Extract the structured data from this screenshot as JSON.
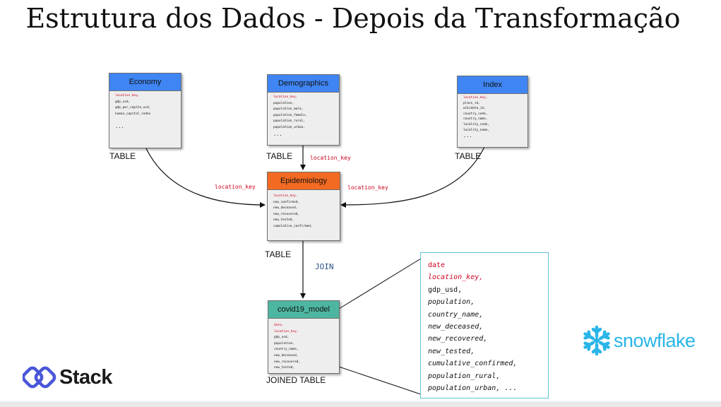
{
  "title": "Estrutura dos Dados - Depois da Transformação",
  "tables": {
    "economy": {
      "name": "Economy",
      "fields": [
        "location_key,",
        "gdp_usd,",
        "gdp_per_capita_usd,",
        "human_capital_index",
        "",
        "..."
      ],
      "caption": "TABLE",
      "header_color": "#3f85f3"
    },
    "demographics": {
      "name": "Demographics",
      "fields": [
        "location_key,",
        "population,",
        "population_male,",
        "population_female,",
        "population_rural,",
        "population_urban,",
        "..."
      ],
      "caption": "TABLE",
      "header_color": "#3f85f3"
    },
    "index": {
      "name": "Index",
      "fields": [
        "location_key,",
        "place_id,",
        "wikidata_id,",
        "country_code,",
        "country_name,",
        "locality_code,",
        "locality_name,",
        "..."
      ],
      "caption": "TABLE",
      "header_color": "#3f85f3"
    },
    "epidemiology": {
      "name": "Epidemiology",
      "fields": [
        "location_key,",
        "new_confirmed,",
        "new_deceased,",
        "new_recovered,",
        "new_tested,",
        "cumulative_confirmed,"
      ],
      "caption": "TABLE",
      "header_color": "#f36a22"
    },
    "covid19_model": {
      "name": "covid19_model",
      "fields": [
        "date,",
        "location_key,",
        "gdp_usd,",
        "population,",
        "country_name,",
        "new_deceased,",
        "new_recovered,",
        "new_tested,"
      ],
      "caption": "JOINED TABLE",
      "header_color": "#4db6a0"
    }
  },
  "edge_labels": {
    "demographics_to_epidemiology": "location_key",
    "economy_to_epidemiology": "location_key",
    "index_to_epidemiology": "location_key",
    "epidemiology_to_model": "JOIN"
  },
  "model_fields": {
    "items": [
      "date",
      "location_key,",
      "gdp_usd,",
      "population,",
      "country_name,",
      "new_deceased,",
      "new_recovered,",
      "new_tested,",
      "cumulative_confirmed,",
      "population_rural,",
      "population_urban, ..."
    ],
    "key_color": "#d0021b",
    "border_color": "#5fc4d3"
  },
  "logos": {
    "stack": "Stack",
    "snowflake": "snowflake"
  }
}
